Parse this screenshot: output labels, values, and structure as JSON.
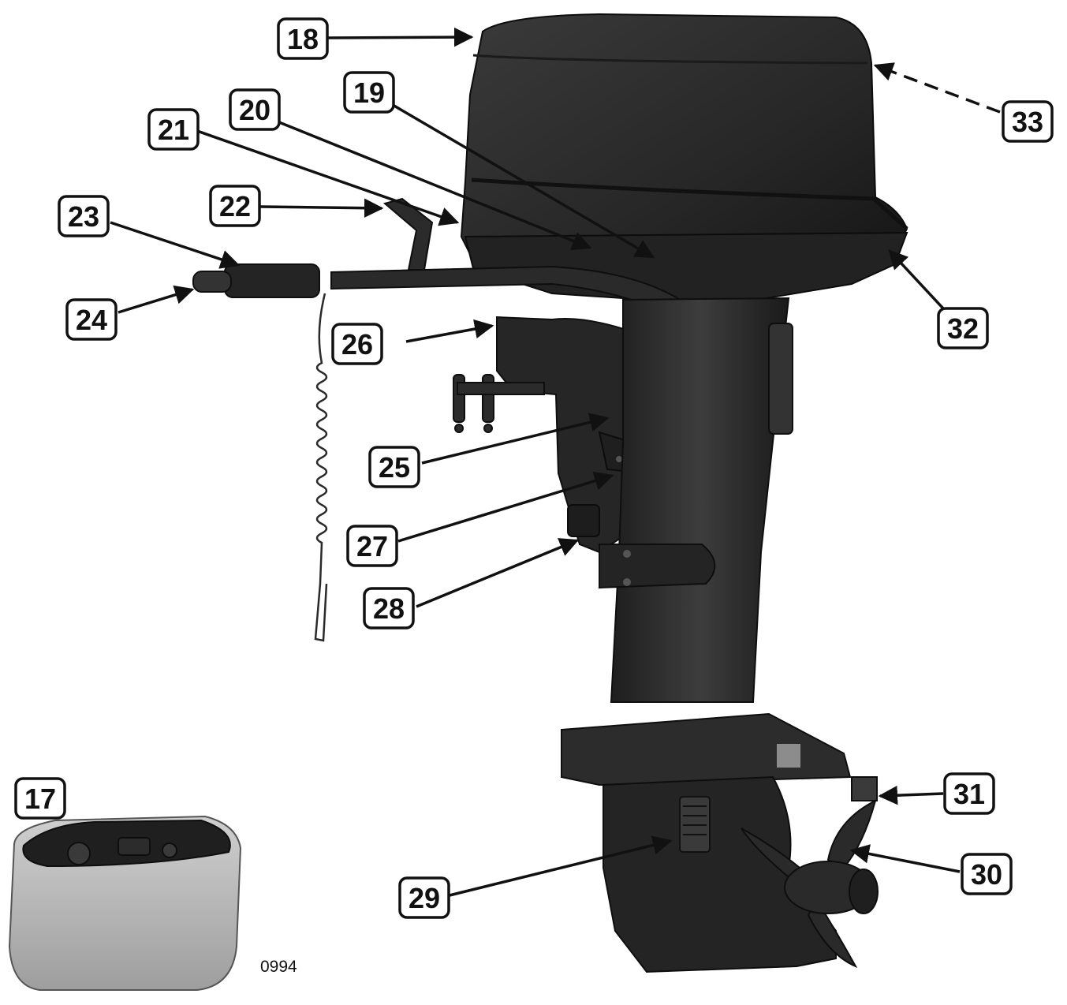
{
  "figure": {
    "number": "0994",
    "callouts": [
      "17",
      "18",
      "19",
      "20",
      "21",
      "22",
      "23",
      "24",
      "25",
      "26",
      "27",
      "28",
      "29",
      "30",
      "31",
      "32",
      "33"
    ]
  },
  "colors": {
    "motor": "#2e2e2e",
    "motor_dark": "#1a1a1a",
    "motor_highlight": "#4a4a4a",
    "tank": "#bdbdbd",
    "paper": "#ffffff",
    "ink": "#111111"
  }
}
